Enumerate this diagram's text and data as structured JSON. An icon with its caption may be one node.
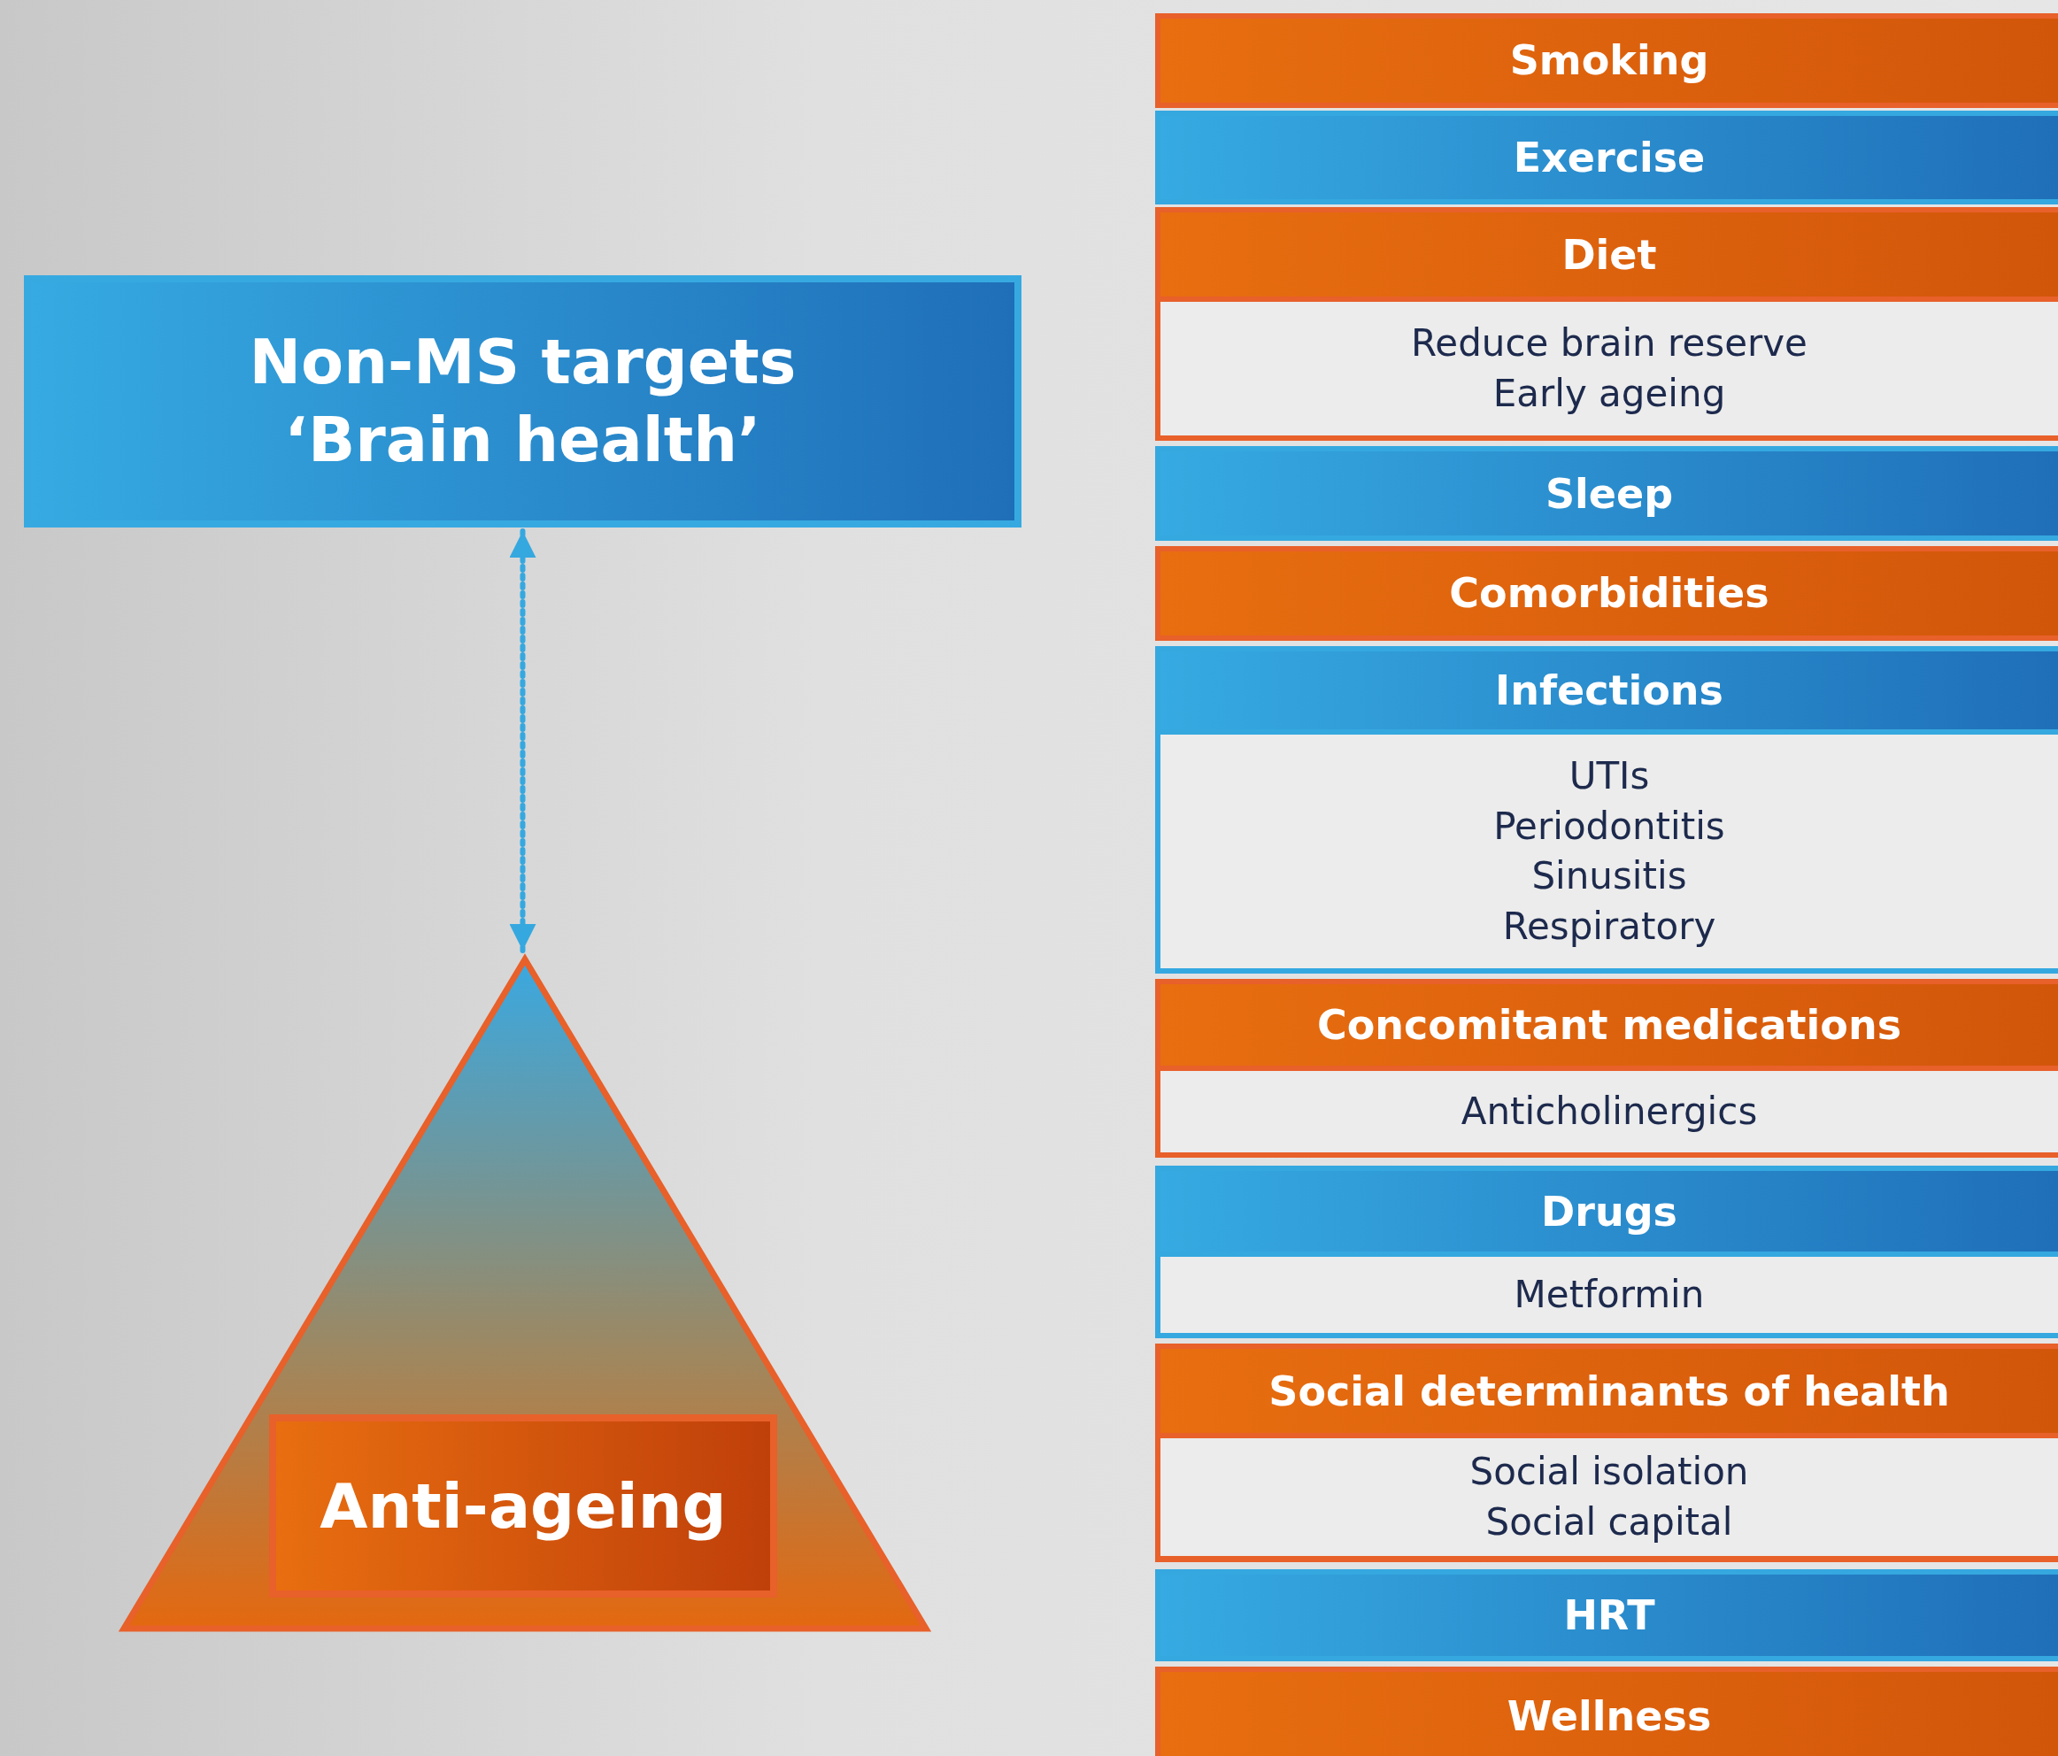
{
  "diagram": {
    "nodes": [
      {
        "text": [
          "Non-MS targets ‘Brain health’"
        ]
      },
      {
        "text": [],
        "shape": "triangle"
      },
      {
        "text": [
          "Anti-ageing"
        ],
        "in": 1
      },
      {
        "text": [
          "Smoking"
        ]
      },
      {
        "text": [
          "Exercise"
        ]
      },
      {
        "text": [
          "Diet",
          "Reduce brain reserve",
          "Early ageing"
        ]
      },
      {
        "text": [
          "Sleep"
        ]
      },
      {
        "text": [
          "Comorbidities"
        ]
      },
      {
        "text": [
          "Infections",
          "UTIs",
          "Periodontitis",
          "Sinusitis",
          "Respiratory"
        ]
      },
      {
        "text": [
          "Concomitant medications",
          "Anticholinergics"
        ]
      },
      {
        "text": [
          "Drugs",
          "Metformin"
        ]
      },
      {
        "text": [
          "Social determinants of health",
          "Social isolation",
          "Social capital"
        ]
      },
      {
        "text": [
          "HRT"
        ]
      },
      {
        "text": [
          "Wellness"
        ]
      }
    ],
    "edges": [
      {
        "from": 0,
        "to": 1,
        "arrow": "both",
        "style": "dashed"
      }
    ]
  }
}
